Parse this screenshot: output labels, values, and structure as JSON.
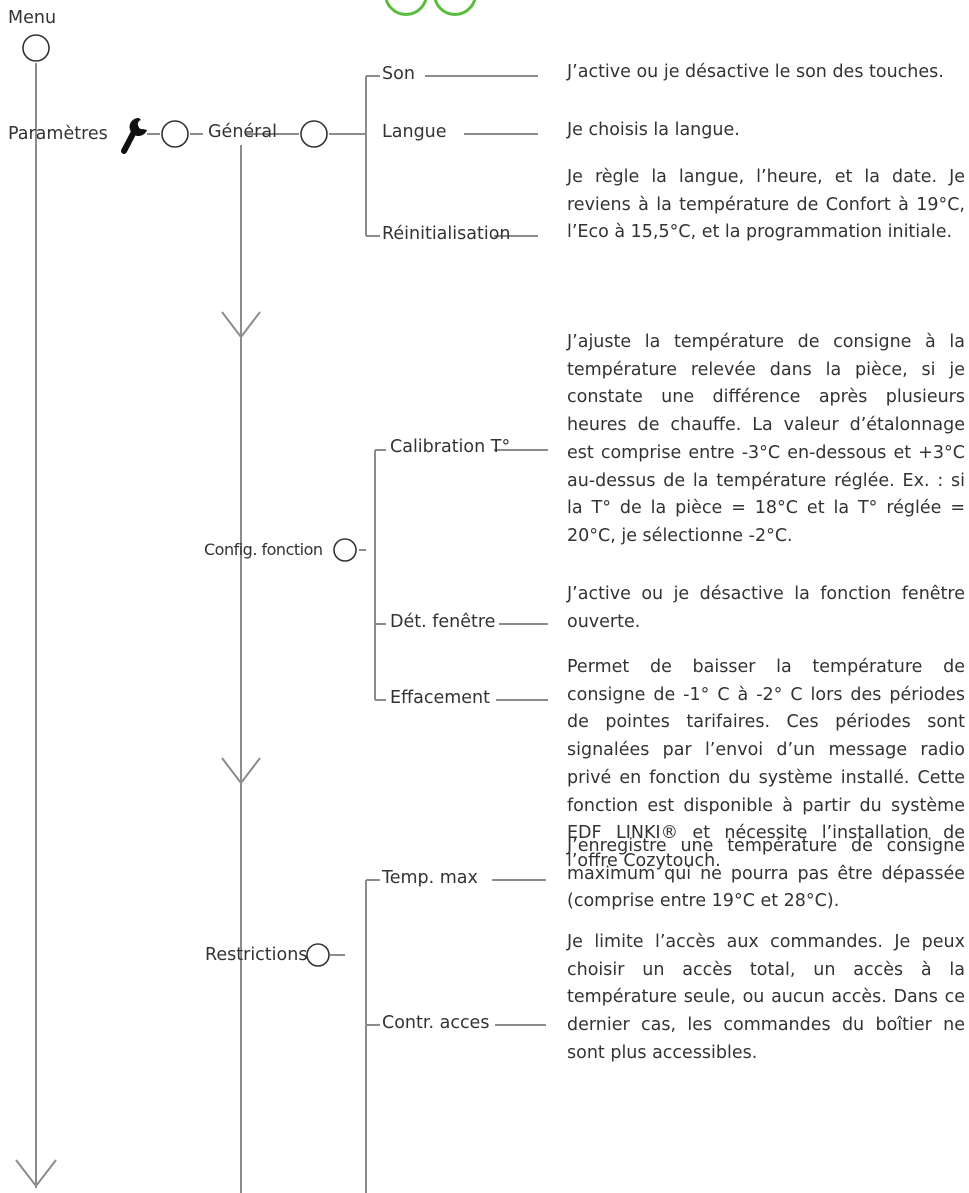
{
  "menu_label": "Menu",
  "parametres": {
    "label": "Paramètres",
    "icon": "wrench-icon"
  },
  "general": {
    "label": "Général",
    "items": [
      {
        "label": "Son",
        "description": "J’active ou je désactive le son des touches."
      },
      {
        "label": "Langue",
        "description": "Je choisis la langue."
      },
      {
        "label": "Réinitialisation",
        "description": "Je règle la langue, l’heure, et la date. Je reviens à la température de Confort à 19°C, l’Eco à 15,5°C, et la programmation initiale."
      }
    ]
  },
  "config_fonction": {
    "label": "Config. fonction",
    "items": [
      {
        "label": "Calibration T°",
        "description": "J’ajuste la température de consigne à la température relevée dans la pièce, si je constate une différence après plusieurs heures de chauffe. La valeur d’étalonnage est comprise entre -3°C en-dessous et +3°C au-dessus de la température réglée. Ex. : si la T° de la pièce = 18°C et la T° réglée = 20°C, je sélectionne -2°C."
      },
      {
        "label": "Dét. fenêtre",
        "description": "J’active ou je désactive la fonction fenêtre ouverte."
      },
      {
        "label": "Effacement",
        "description": "Permet de baisser la température de consigne de -1° C à -2° C lors des périodes de pointes tarifaires. Ces périodes sont signalées par l’envoi d’un message radio privé en fonction du système installé. Cette fonction est disponible à partir du système EDF LINKI® et nécessite l’installation de l’offre Cozytouch."
      }
    ]
  },
  "restrictions": {
    "label": "Restrictions",
    "items": [
      {
        "label": "Temp. max",
        "description": "J’enregistre une température de consigne maximum qui ne pourra pas être dépassée (comprise entre 19°C et 28°C)."
      },
      {
        "label": "Contr. acces",
        "description": "Je limite l’accès aux commandes. Je peux choisir un accès total, un accès à la température seule, ou aucun accès. Dans ce dernier cas, les commandes du boîtier ne sont plus accessibles."
      }
    ]
  },
  "colors": {
    "line": "#8c8c8c",
    "text": "#333333",
    "logo": "#5bbd3e"
  }
}
